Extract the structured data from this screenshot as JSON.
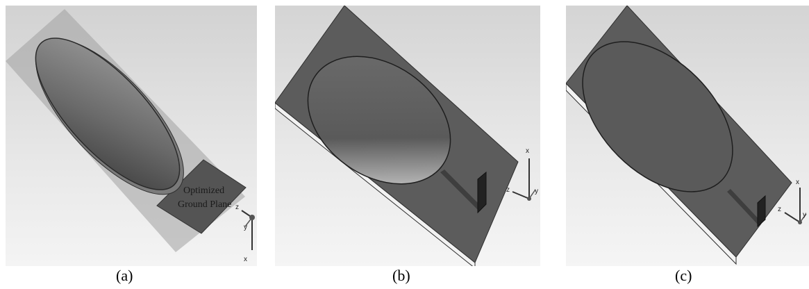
{
  "panels": [
    {
      "caption": "(a)",
      "label_line1": "Optimized",
      "label_line2": "Ground Plane",
      "axes": {
        "a": "z",
        "b": "y",
        "c": "x"
      }
    },
    {
      "caption": "(b)",
      "axes": {
        "a": "x",
        "b": "z",
        "c": "y"
      }
    },
    {
      "caption": "(c)",
      "axes": {
        "a": "x",
        "b": "z",
        "c": "y"
      }
    }
  ],
  "colors": {
    "substrate": "#5c5c5c",
    "substrate_edge": "#2e2e2e",
    "patch_light": "#9a9a9a",
    "patch_dark": "#3a3a3a",
    "ground_plane": "#545454"
  }
}
